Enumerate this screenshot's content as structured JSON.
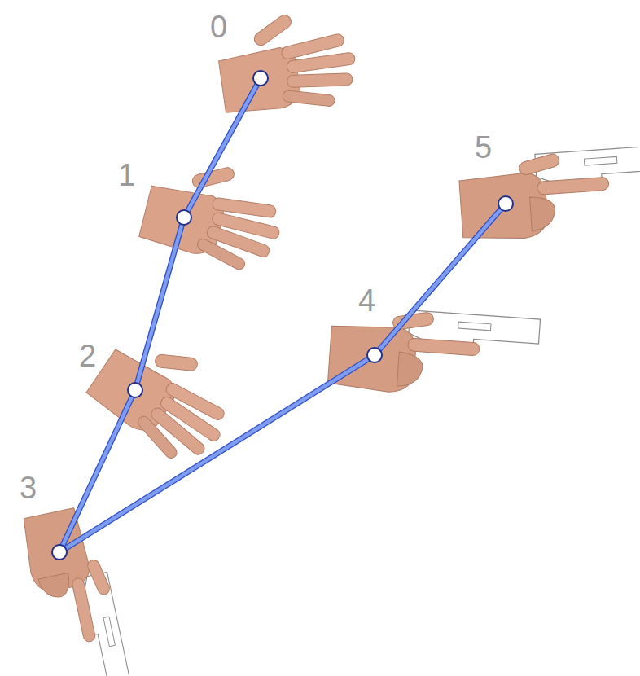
{
  "diagram": {
    "labels": [
      "0",
      "1",
      "2",
      "3",
      "4",
      "5"
    ]
  }
}
